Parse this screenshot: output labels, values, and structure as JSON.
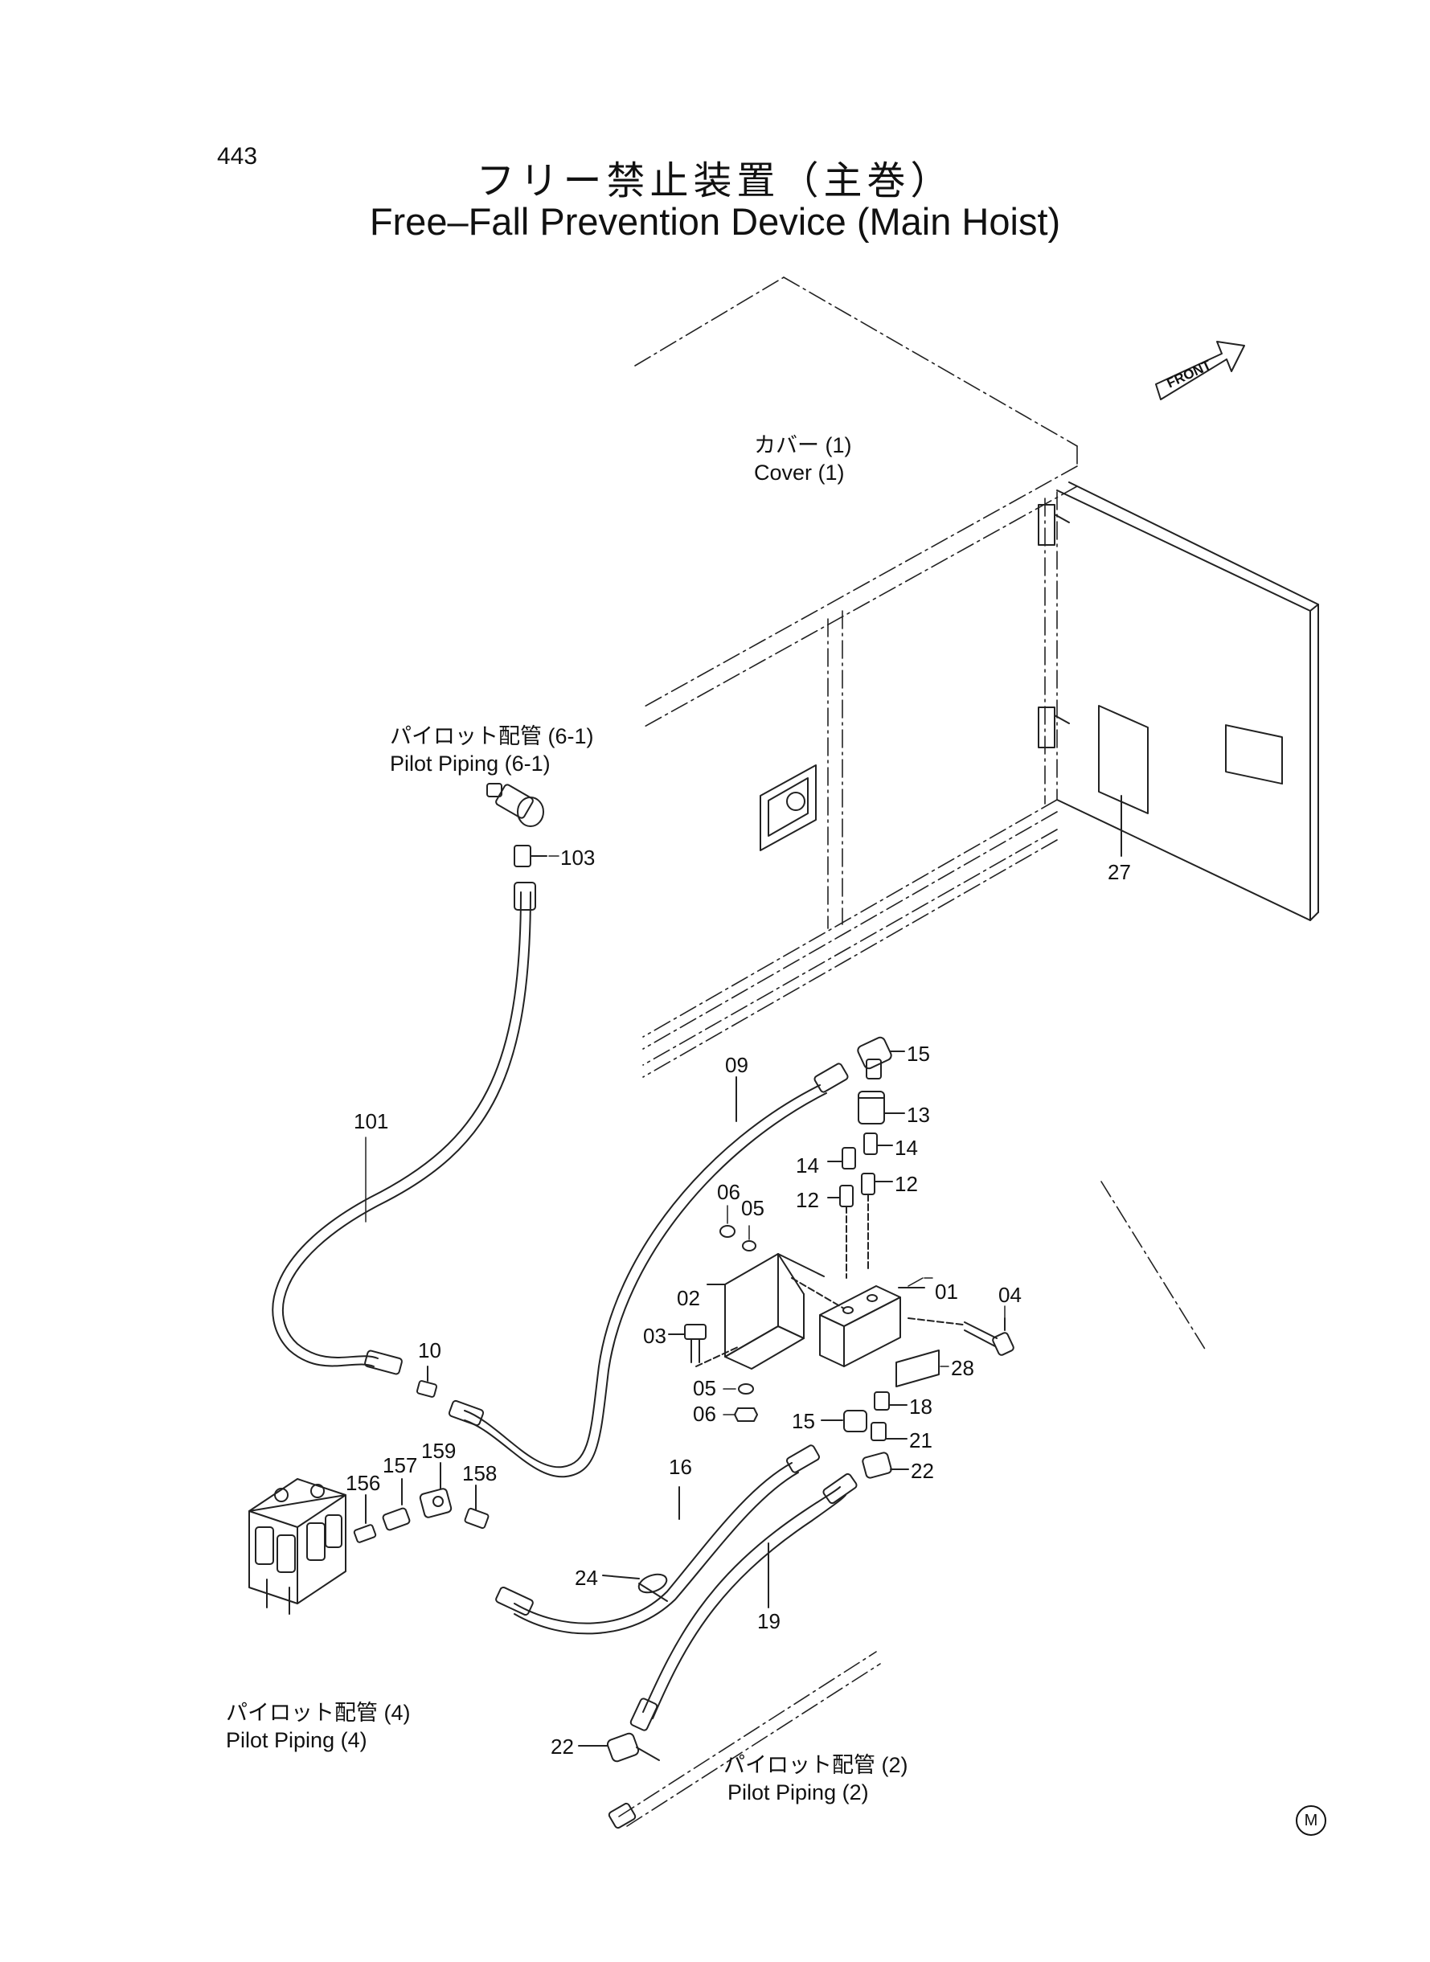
{
  "page_number": "443",
  "title_jp": "フリー禁止装置（主巻）",
  "title_en": "Free–Fall Prevention Device (Main Hoist)",
  "front_label": "FRONT",
  "callouts": {
    "cover": {
      "jp": "カバー (1)",
      "en": "Cover (1)"
    },
    "pilot_6_1": {
      "jp": "パイロット配管 (6-1)",
      "en": "Pilot Piping (6-1)"
    },
    "pilot_4": {
      "jp": "パイロット配管 (4)",
      "en": "Pilot Piping (4)"
    },
    "pilot_2": {
      "jp": "パイロット配管 (2)",
      "en": "Pilot Piping (2)"
    }
  },
  "part_numbers": {
    "p01": "01",
    "p02": "02",
    "p03": "03",
    "p04": "04",
    "p05a": "05",
    "p05b": "05",
    "p06a": "06",
    "p06b": "06",
    "p09": "09",
    "p10": "10",
    "p12a": "12",
    "p12b": "12",
    "p13": "13",
    "p14a": "14",
    "p14b": "14",
    "p15a": "15",
    "p15b": "15",
    "p16": "16",
    "p18": "18",
    "p19": "19",
    "p21": "21",
    "p22a": "22",
    "p22b": "22",
    "p24": "24",
    "p27": "27",
    "p28": "28",
    "p101": "101",
    "p103": "103",
    "p156": "156",
    "p157": "157",
    "p158": "158",
    "p159": "159"
  },
  "corner_mark": "M"
}
